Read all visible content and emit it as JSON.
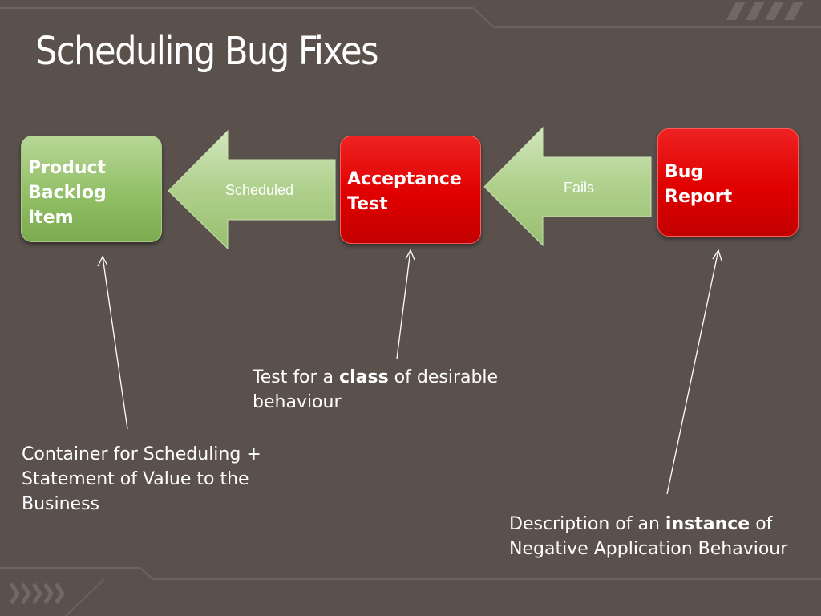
{
  "slide": {
    "title": "Scheduling Bug Fixes"
  },
  "boxes": {
    "product_backlog": [
      "Product",
      "Backlog",
      "Item"
    ],
    "acceptance_test": [
      "Acceptance",
      "Test"
    ],
    "bug_report": [
      "Bug",
      "Report"
    ]
  },
  "arrows": {
    "scheduled": "Scheduled",
    "fails": "Fails"
  },
  "notes": {
    "acceptance": {
      "before": "Test for a ",
      "bold": "class",
      "after": " of desirable",
      "line2": "behaviour"
    },
    "backlog": {
      "line1": "Container for Scheduling +",
      "line2": "Statement of Value to the",
      "line3": "Business"
    },
    "bug": {
      "before": "Description of an ",
      "bold": "instance",
      "after": " of",
      "line2": "Negative Application Behaviour"
    }
  },
  "colors": {
    "background": "#5a514d",
    "green": "#8fbd63",
    "red": "#e00000",
    "text": "#ffffff"
  }
}
